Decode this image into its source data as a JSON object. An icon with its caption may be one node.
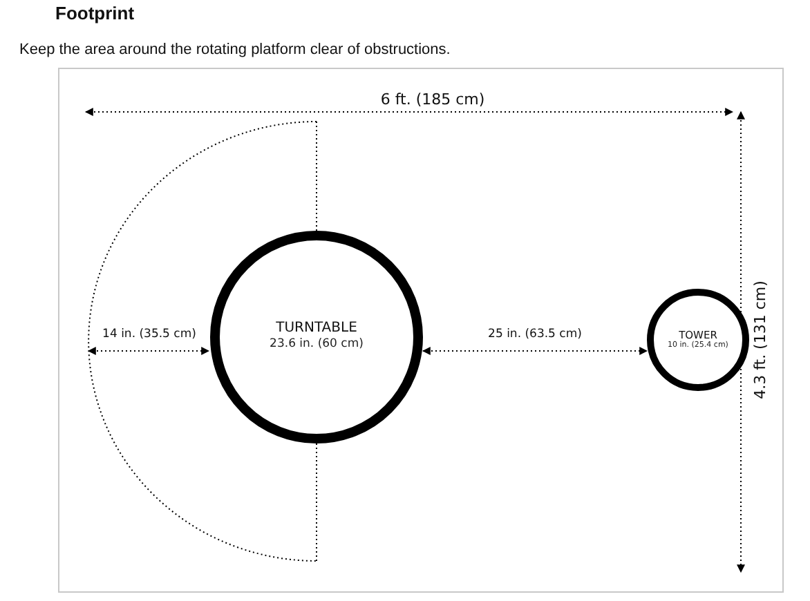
{
  "diagram": {
    "title": "Footprint",
    "caption": "Keep the area around the rotating platform clear of obstructions.",
    "nodes": [
      {
        "text": [
          "TURNTABLE",
          "23.6 in. (60 cm)"
        ]
      },
      {
        "text": [
          "TOWER",
          "10 in. (25.4 cm)"
        ]
      }
    ],
    "edges": [
      {
        "from": 0,
        "to": 1,
        "arrow": "both",
        "style": "dashed",
        "label": "25 in. (63.5 cm)"
      }
    ],
    "labels": [
      "6 ft. (185 cm)",
      "14 in. (35.5 cm)",
      "4.3 ft. (131 cm)"
    ]
  }
}
